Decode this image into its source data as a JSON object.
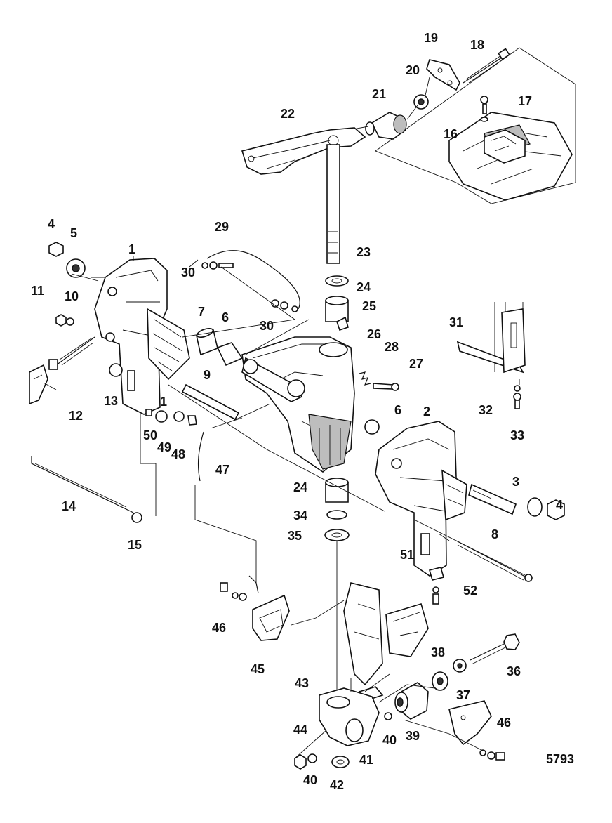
{
  "figure_number": "5793",
  "labels": [
    {
      "id": "1",
      "text": "1"
    },
    {
      "id": "1b",
      "text": "1"
    },
    {
      "id": "2",
      "text": "2"
    },
    {
      "id": "3",
      "text": "3"
    },
    {
      "id": "4",
      "text": "4"
    },
    {
      "id": "4b",
      "text": "4"
    },
    {
      "id": "5",
      "text": "5"
    },
    {
      "id": "6",
      "text": "6"
    },
    {
      "id": "6b",
      "text": "6"
    },
    {
      "id": "7",
      "text": "7"
    },
    {
      "id": "8",
      "text": "8"
    },
    {
      "id": "9",
      "text": "9"
    },
    {
      "id": "10",
      "text": "10"
    },
    {
      "id": "11",
      "text": "11"
    },
    {
      "id": "12",
      "text": "12"
    },
    {
      "id": "13",
      "text": "13"
    },
    {
      "id": "14",
      "text": "14"
    },
    {
      "id": "15",
      "text": "15"
    },
    {
      "id": "16",
      "text": "16"
    },
    {
      "id": "17",
      "text": "17"
    },
    {
      "id": "18",
      "text": "18"
    },
    {
      "id": "19",
      "text": "19"
    },
    {
      "id": "20",
      "text": "20"
    },
    {
      "id": "21",
      "text": "21"
    },
    {
      "id": "22",
      "text": "22"
    },
    {
      "id": "23",
      "text": "23"
    },
    {
      "id": "24",
      "text": "24"
    },
    {
      "id": "24b",
      "text": "24"
    },
    {
      "id": "25",
      "text": "25"
    },
    {
      "id": "26",
      "text": "26"
    },
    {
      "id": "27",
      "text": "27"
    },
    {
      "id": "28",
      "text": "28"
    },
    {
      "id": "29",
      "text": "29"
    },
    {
      "id": "30",
      "text": "30"
    },
    {
      "id": "30b",
      "text": "30"
    },
    {
      "id": "31",
      "text": "31"
    },
    {
      "id": "32",
      "text": "32"
    },
    {
      "id": "33",
      "text": "33"
    },
    {
      "id": "34",
      "text": "34"
    },
    {
      "id": "35",
      "text": "35"
    },
    {
      "id": "36",
      "text": "36"
    },
    {
      "id": "37",
      "text": "37"
    },
    {
      "id": "38",
      "text": "38"
    },
    {
      "id": "39",
      "text": "39"
    },
    {
      "id": "40",
      "text": "40"
    },
    {
      "id": "40b",
      "text": "40"
    },
    {
      "id": "41",
      "text": "41"
    },
    {
      "id": "42",
      "text": "42"
    },
    {
      "id": "43",
      "text": "43"
    },
    {
      "id": "44",
      "text": "44"
    },
    {
      "id": "45",
      "text": "45"
    },
    {
      "id": "46",
      "text": "46"
    },
    {
      "id": "46b",
      "text": "46"
    },
    {
      "id": "47",
      "text": "47"
    },
    {
      "id": "48",
      "text": "48"
    },
    {
      "id": "49",
      "text": "49"
    },
    {
      "id": "50",
      "text": "50"
    },
    {
      "id": "51",
      "text": "51"
    },
    {
      "id": "52",
      "text": "52"
    }
  ]
}
